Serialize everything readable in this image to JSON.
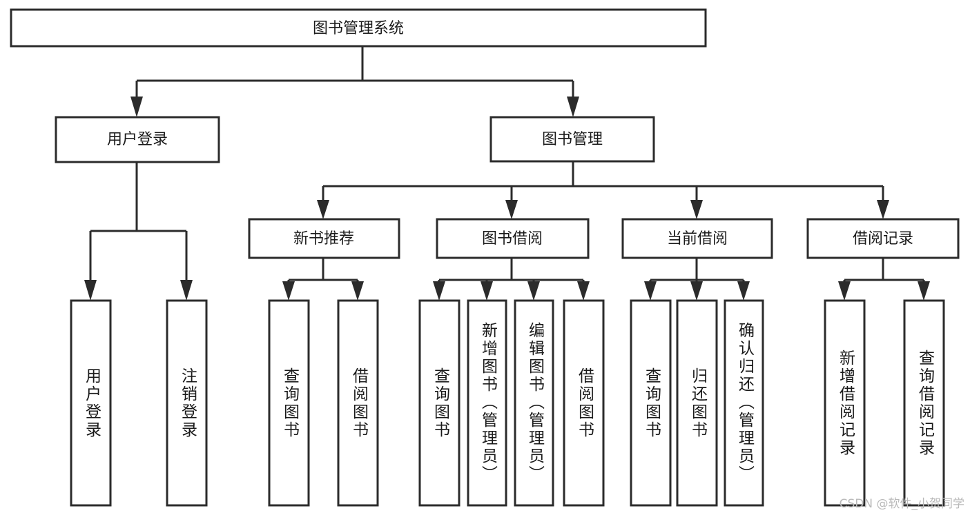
{
  "diagram": {
    "title": "图书管理系统",
    "type": "hierarchy-tree",
    "root": {
      "id": "root",
      "label": "图书管理系统",
      "level": 0
    },
    "level2": [
      {
        "id": "user-login",
        "label": "用户登录"
      },
      {
        "id": "book-management",
        "label": "图书管理"
      }
    ],
    "level3": [
      {
        "id": "new-book-recommend",
        "label": "新书推荐",
        "parent": "book-management"
      },
      {
        "id": "book-borrow",
        "label": "图书借阅",
        "parent": "book-management"
      },
      {
        "id": "current-borrow",
        "label": "当前借阅",
        "parent": "book-management"
      },
      {
        "id": "borrow-record",
        "label": "借阅记录",
        "parent": "book-management"
      }
    ],
    "leaves": [
      {
        "id": "leaf-user-login",
        "label": "用户登录",
        "parent": "user-login"
      },
      {
        "id": "leaf-user-logout",
        "label": "注销登录",
        "parent": "user-login"
      },
      {
        "id": "leaf-query-book-1",
        "label": "查询图书",
        "parent": "new-book-recommend"
      },
      {
        "id": "leaf-borrow-book-1",
        "label": "借阅图书",
        "parent": "new-book-recommend"
      },
      {
        "id": "leaf-query-book-2",
        "label": "查询图书",
        "parent": "book-borrow"
      },
      {
        "id": "leaf-add-book",
        "label": "新增图书（管理员）",
        "parent": "book-borrow"
      },
      {
        "id": "leaf-edit-book",
        "label": "编辑图书（管理员）",
        "parent": "book-borrow"
      },
      {
        "id": "leaf-borrow-book-2",
        "label": "借阅图书",
        "parent": "book-borrow"
      },
      {
        "id": "leaf-query-book-3",
        "label": "查询图书",
        "parent": "current-borrow"
      },
      {
        "id": "leaf-return-book",
        "label": "归还图书",
        "parent": "current-borrow"
      },
      {
        "id": "leaf-confirm-return",
        "label": "确认归还（管理员）",
        "parent": "current-borrow"
      },
      {
        "id": "leaf-add-record",
        "label": "新增借阅记录",
        "parent": "borrow-record"
      },
      {
        "id": "leaf-query-record",
        "label": "查询借阅记录",
        "parent": "borrow-record"
      }
    ]
  },
  "watermark": {
    "text": "CSDN @软件_小贺同学"
  },
  "colors": {
    "stroke": "#2b2b2b",
    "fill": "#ffffff",
    "text": "#1a1a1a",
    "watermark": "#b9b9b9"
  }
}
